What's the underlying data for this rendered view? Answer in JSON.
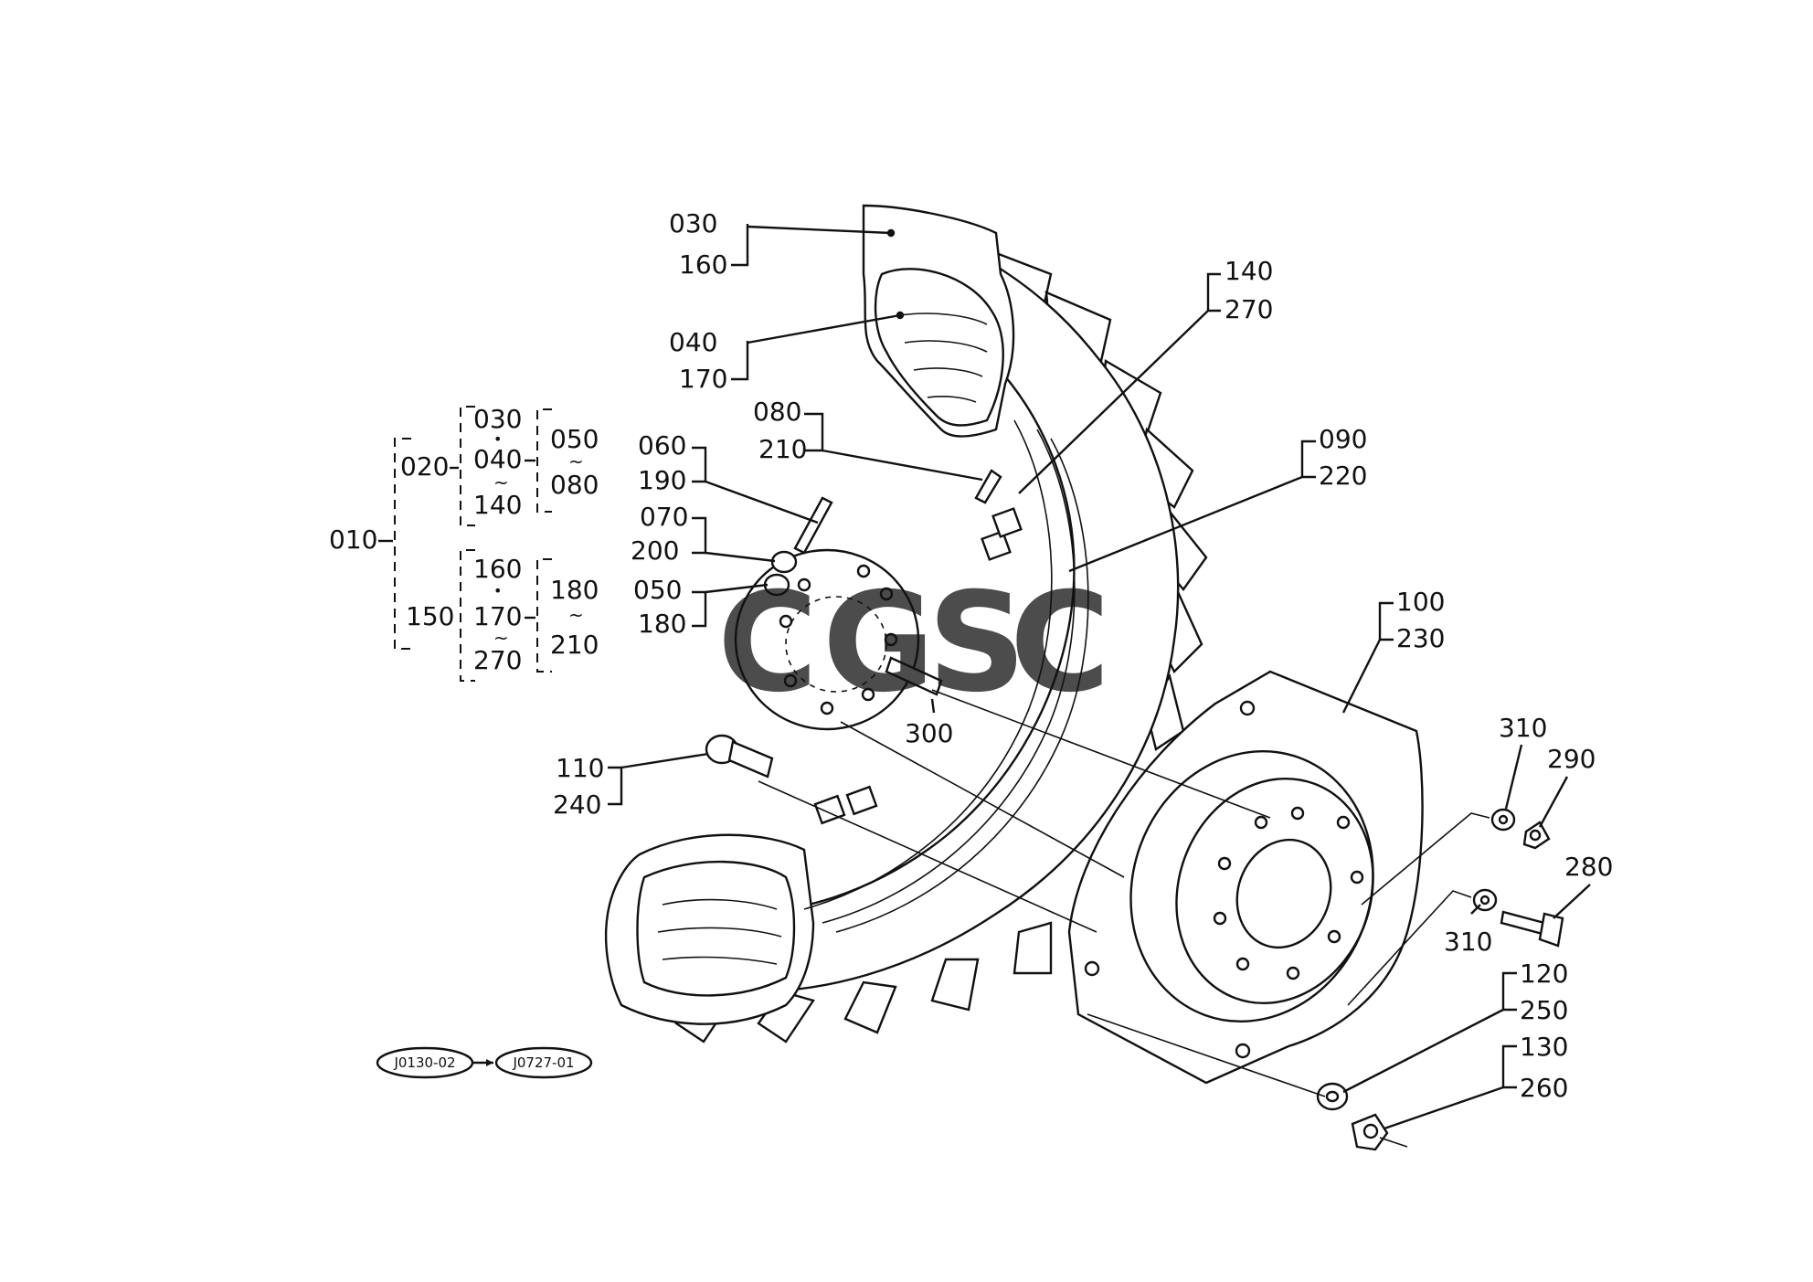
{
  "watermark": {
    "letters": [
      "C",
      "G",
      "S",
      "C"
    ],
    "colors": [
      "#4a86e8",
      "#e8454a",
      "#f4c430",
      "#34a853"
    ]
  },
  "part_labels": {
    "p030a": "030",
    "p160a": "160",
    "p040a": "040",
    "p170a": "170",
    "p080a": "080",
    "p210a": "210",
    "p060": "060",
    "p190": "190",
    "p070": "070",
    "p200": "200",
    "p050a": "050",
    "p180a": "180",
    "p140a": "140",
    "p270a": "270",
    "p090": "090",
    "p220": "220",
    "p100": "100",
    "p230": "230",
    "p300": "300",
    "p110": "110",
    "p240": "240",
    "p310a": "310",
    "p290": "290",
    "p280": "280",
    "p310b": "310",
    "p120": "120",
    "p250": "250",
    "p130": "130",
    "p260": "260"
  },
  "assembly_tree": {
    "root": "010",
    "g020": "020",
    "g020_items": [
      "030",
      "040",
      "140"
    ],
    "g020_sub": [
      "050",
      "080"
    ],
    "g150": "150",
    "g150_items": [
      "160",
      "170",
      "270"
    ],
    "g150_sub": [
      "180",
      "210"
    ],
    "dot": "•",
    "range": "~"
  },
  "references": {
    "from": "J0130-02",
    "to": "J0727-01"
  }
}
